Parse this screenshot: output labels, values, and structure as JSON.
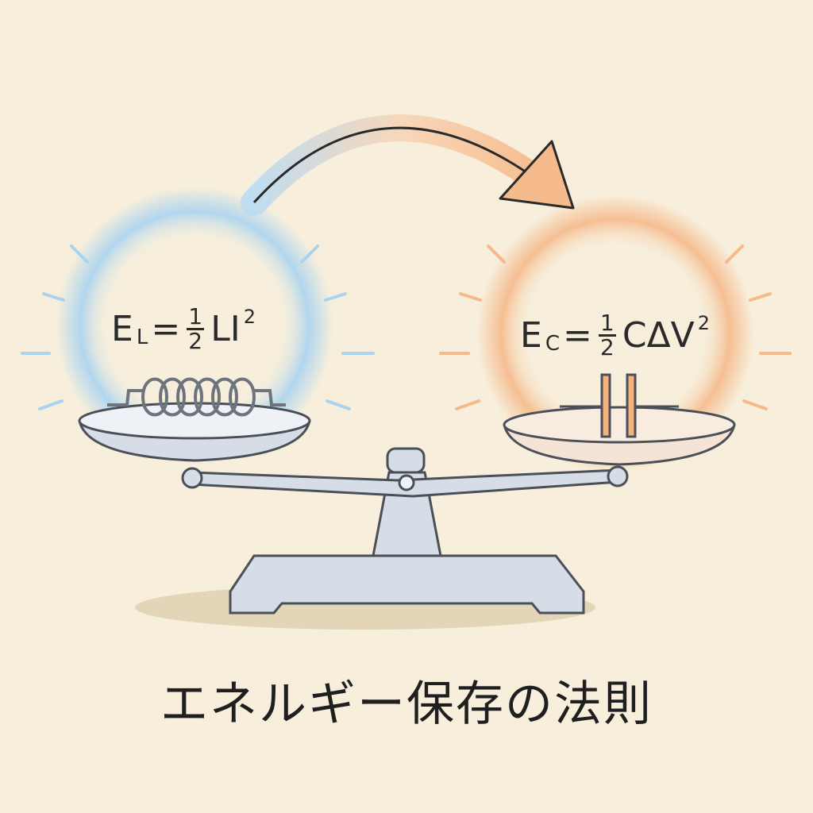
{
  "left": {
    "symbol": "E",
    "subscript": "L",
    "equals": "=",
    "frac_num": "1",
    "frac_den": "2",
    "terms": "LI",
    "power": "2",
    "color": "#a9d3f0"
  },
  "right": {
    "symbol": "E",
    "subscript": "C",
    "equals": "=",
    "frac_num": "1",
    "frac_den": "2",
    "terms": "CΔV",
    "power": "2",
    "color": "#f6b98a"
  },
  "title": "エネルギー保存の法則"
}
